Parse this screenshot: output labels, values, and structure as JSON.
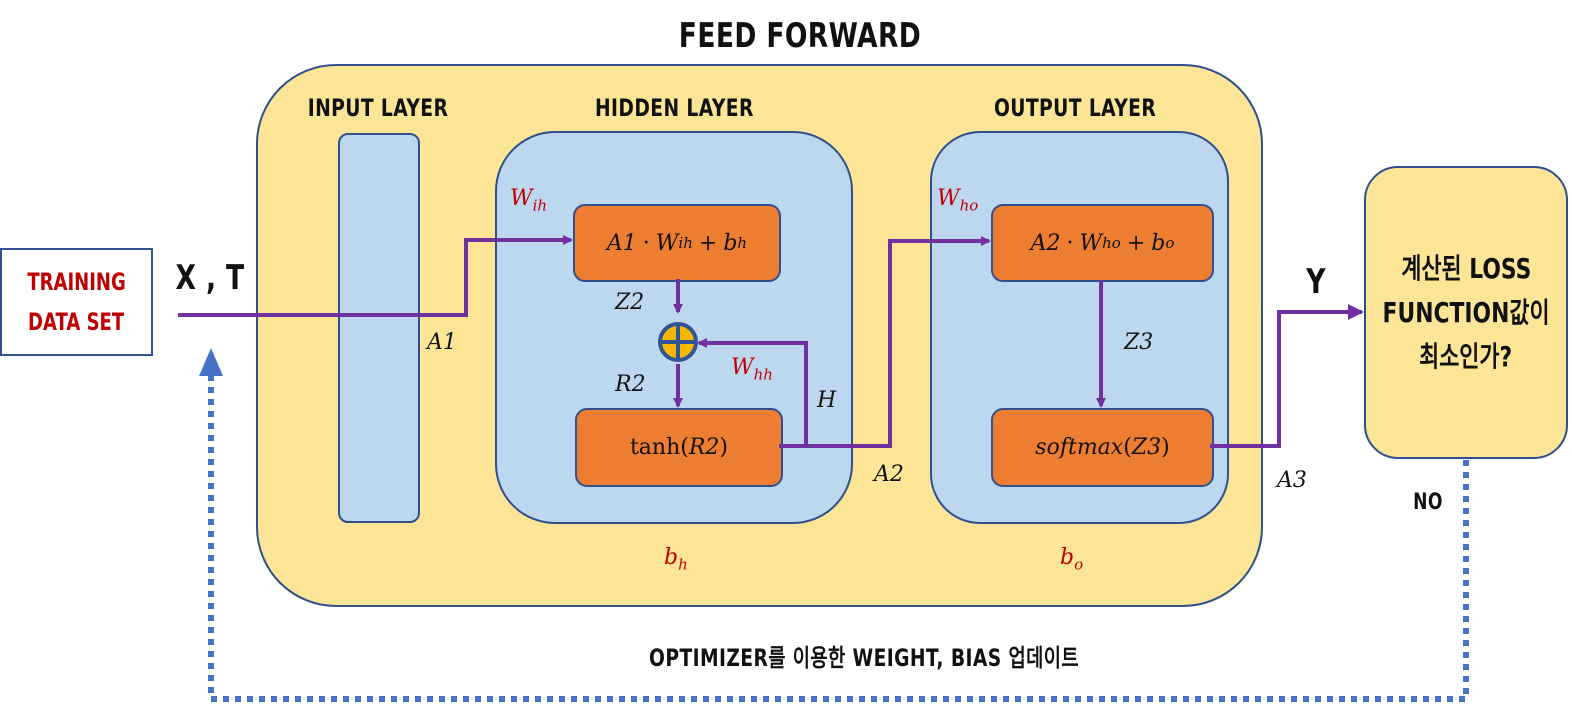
{
  "title": "FEED FORWARD",
  "layers": {
    "input": "INPUT LAYER",
    "hidden": "HIDDEN LAYER",
    "output": "OUTPUT LAYER"
  },
  "training": {
    "line1": "TRAINING",
    "line2": "DATA SET"
  },
  "labels": {
    "xt": "X , T",
    "y": "Y",
    "a1": "A1",
    "a2": "A2",
    "a3": "A3",
    "z2": "Z2",
    "r2": "R2",
    "z3": "Z3",
    "h": "H",
    "no": "NO"
  },
  "weights": {
    "w_ih": {
      "base": "W",
      "sub": "ih"
    },
    "w_hh": {
      "base": "W",
      "sub": "hh"
    },
    "w_ho": {
      "base": "W",
      "sub": "ho"
    },
    "b_h": {
      "base": "b",
      "sub": "h"
    },
    "b_o": {
      "base": "b",
      "sub": "o"
    }
  },
  "nodes": {
    "hidden_linear": {
      "a": "A1",
      "dot": "·",
      "w": "W",
      "wsub": "ih",
      "plus": "+",
      "b": "b",
      "bsub": "h"
    },
    "tanh": {
      "fn": "tanh(",
      "arg": "R2",
      "close": ")"
    },
    "output_linear": {
      "a": "A2",
      "dot": "·",
      "w": "W",
      "wsub": "ho",
      "plus": "+",
      "b": "b",
      "bsub": "o"
    },
    "softmax": {
      "fn": "softmax",
      "open": "(",
      "arg": "Z3",
      "close": ")"
    }
  },
  "loss": {
    "line1": "계산된 LOSS",
    "line2": "FUNCTION값이",
    "line3": "최소인가?"
  },
  "optimizer": "OPTIMIZER를 이용한 WEIGHT, BIAS 업데이트",
  "colors": {
    "outer_fill": "#fde598",
    "layer_fill": "#bdd7ee",
    "node_fill": "#ed7d31",
    "arrow": "#7030a0",
    "feedback": "#4472c4",
    "weight_text": "#c00000",
    "border": "#2f4f8f"
  }
}
